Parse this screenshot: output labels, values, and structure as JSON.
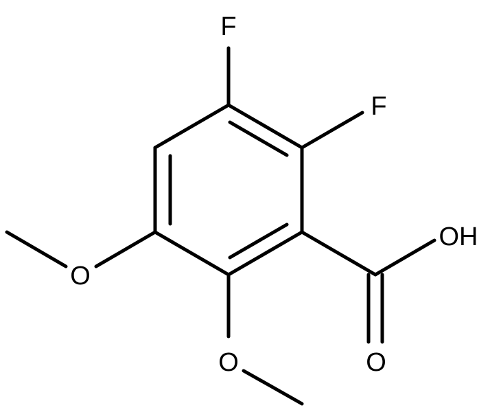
{
  "molecule": {
    "atoms": {
      "f_top": "F",
      "f_right": "F",
      "oh": "OH",
      "o_methoxy_left": "O",
      "o_methoxy_bottom": "O",
      "o_carbonyl": "O"
    }
  }
}
